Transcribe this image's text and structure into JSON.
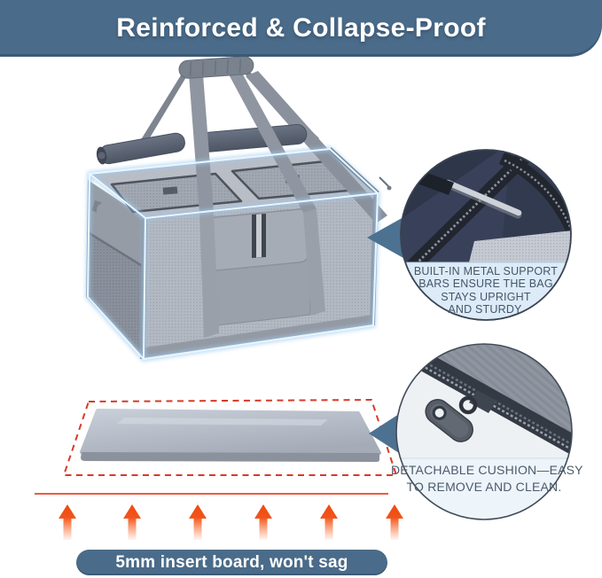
{
  "header": {
    "title": "Reinforced & Collapse-Proof"
  },
  "callouts": [
    {
      "name": "built-in-metal-support",
      "lines": [
        "BUILT-IN METAL SUPPORT",
        "BARS ENSURE THE BAG",
        "STAYS UPRIGHT",
        "AND STURDY."
      ]
    },
    {
      "name": "detachable-cushion",
      "lines": [
        "DETACHABLE CUSHION—EASY",
        "TO REMOVE AND CLEAN."
      ]
    }
  ],
  "footer": {
    "pill_label": "5mm insert board, won't sag"
  },
  "colors": {
    "banner_bg": "#4a6b89",
    "pill_bg": "#4a6b89",
    "callout_band_bg": "#dcebf7",
    "callout_text": "#45566a",
    "pointer_blue": "#4d7191",
    "wireframe_glow": "#9ecbf0",
    "dashed_outline_red": "#d63b28",
    "baseline_red": "#e8432c",
    "arrow_orange": "#f1541a",
    "bag_fabric_gray": "#9aa1ab"
  },
  "icons": {
    "up_arrow": "▲",
    "callout_pointer": "◀"
  }
}
